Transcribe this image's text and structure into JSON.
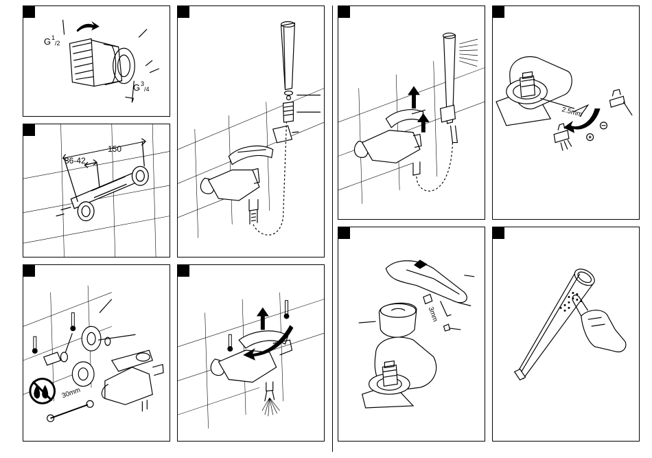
{
  "panels": {
    "p1": {
      "thread_small": "G",
      "thread_small_num": "1",
      "thread_small_den": "/2",
      "thread_large": "G",
      "thread_large_num": "3",
      "thread_large_den": "/4"
    },
    "p2": {
      "spacing": "36-42",
      "distance": "150"
    },
    "p3": {
      "wrench_size": "30mm"
    },
    "p7": {
      "key_size": "2.5mm"
    },
    "p8": {
      "key_size": "3mm"
    }
  },
  "icons": {
    "thermometer": "thermometer-icon",
    "no_water": "no-water-icon",
    "arrow": "arrow-icon"
  }
}
